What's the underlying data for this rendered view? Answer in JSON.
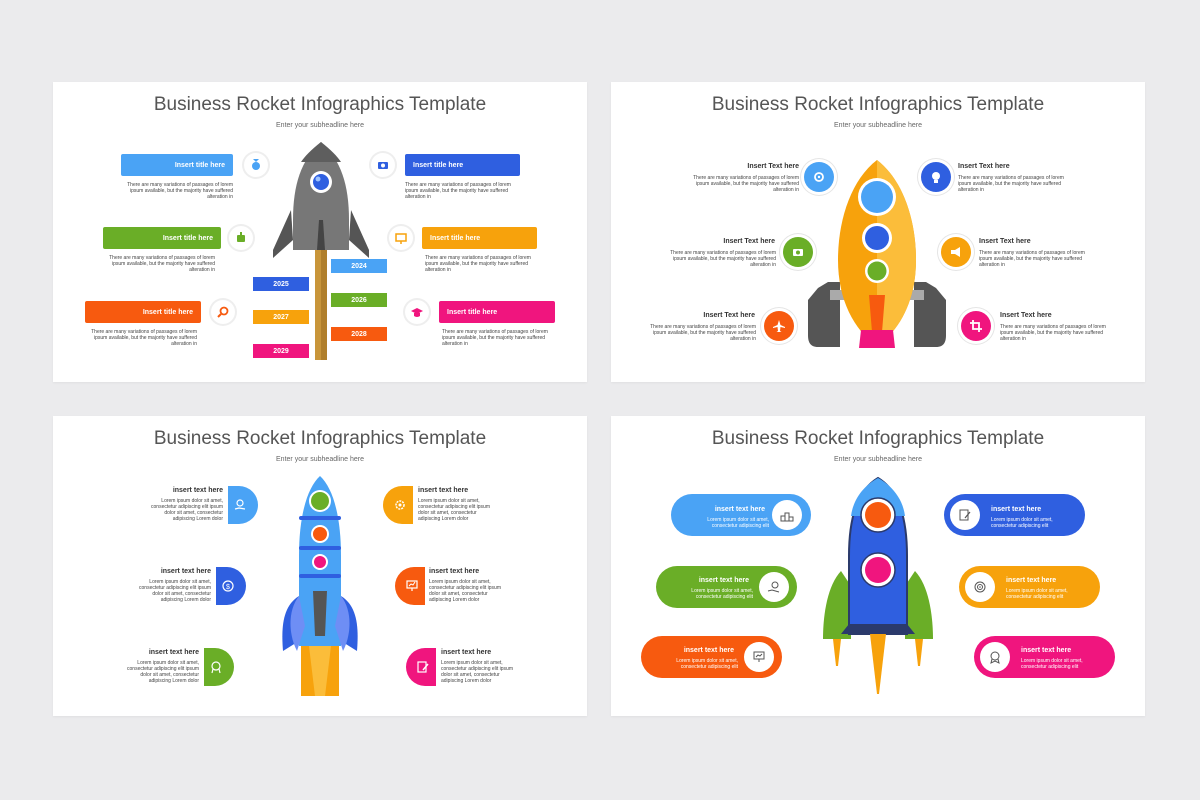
{
  "colors": {
    "blue_light": "#4aa3f5",
    "blue": "#2f5fe0",
    "green": "#6aae27",
    "orange": "#f7a20c",
    "red_orange": "#f75a0f",
    "pink": "#f0157e",
    "gray": "#555555"
  },
  "slide_title": "Business Rocket Infographics Template",
  "slide_subtitle": "Enter your subheadline here",
  "lorem_long": "There are many variations of passages of lorem ipsum available, but the majority have suffered alteration in",
  "lorem_short": "Lorem ipsum dolor sit amet, consectetur adipiscing elit ipsum dolor sit amet, consectetur adipiscing Lorem dolor",
  "lorem_pill": "Lorem ipsum dolor sit amet, consectetur adipiscing elit",
  "slide1": {
    "items": [
      {
        "title": "Insert title here",
        "icon": "medal-icon"
      },
      {
        "title": "Insert title here",
        "icon": "camera-icon"
      },
      {
        "title": "Insert title here",
        "icon": "robot-icon"
      },
      {
        "title": "Insert title here",
        "icon": "presentation-icon"
      },
      {
        "title": "Insert title here",
        "icon": "search-icon"
      },
      {
        "title": "Insert title here",
        "icon": "graduation-cap-icon"
      }
    ],
    "years": [
      "2024",
      "2025",
      "2026",
      "2027",
      "2028",
      "2029"
    ]
  },
  "slide2": {
    "items": [
      {
        "title": "Insert Text here",
        "icon": "settings-icon"
      },
      {
        "title": "Insert Text here",
        "icon": "lightbulb-icon"
      },
      {
        "title": "Insert Text here",
        "icon": "money-icon"
      },
      {
        "title": "Insert Text here",
        "icon": "megaphone-icon"
      },
      {
        "title": "Insert Text here",
        "icon": "airplane-icon"
      },
      {
        "title": "Insert Text here",
        "icon": "crop-icon"
      }
    ]
  },
  "slide3": {
    "items": [
      {
        "title": "insert text here",
        "icon": "hand-money-icon"
      },
      {
        "title": "insert text here",
        "icon": "gear-icon"
      },
      {
        "title": "insert text here",
        "icon": "dollar-shield-icon"
      },
      {
        "title": "insert text here",
        "icon": "presentation-icon"
      },
      {
        "title": "insert text here",
        "icon": "award-icon"
      },
      {
        "title": "insert text here",
        "icon": "document-pen-icon"
      }
    ]
  },
  "slide4": {
    "items": [
      {
        "title": "insert text here",
        "icon": "podium-icon"
      },
      {
        "title": "insert text here",
        "icon": "document-edit-icon"
      },
      {
        "title": "insert text here",
        "icon": "hand-coin-icon"
      },
      {
        "title": "insert text here",
        "icon": "target-icon"
      },
      {
        "title": "insert text here",
        "icon": "presentation-chart-icon"
      },
      {
        "title": "insert text here",
        "icon": "award-badge-icon"
      }
    ]
  }
}
